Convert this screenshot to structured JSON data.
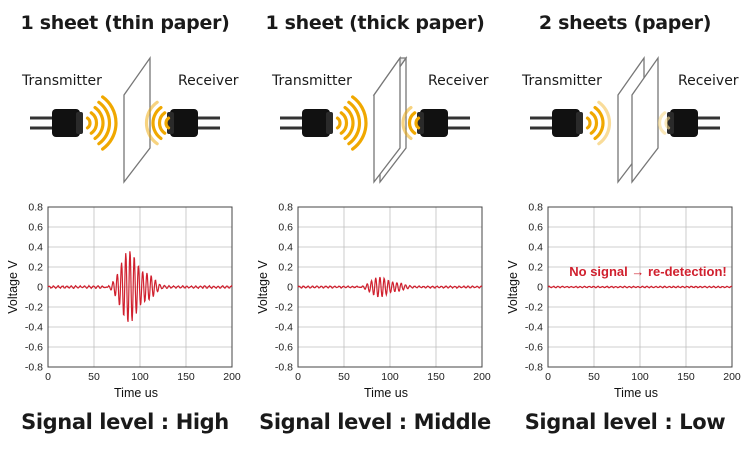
{
  "panels": [
    {
      "title": "1 sheet (thin paper)",
      "transmitter_label": "Transmitter",
      "receiver_label": "Receiver",
      "paper": "thin",
      "sheet_count": 1,
      "received_wave_strength": "strong",
      "signal_level": "Signal level : High",
      "annotation": ""
    },
    {
      "title": "1 sheet (thick paper)",
      "transmitter_label": "Transmitter",
      "receiver_label": "Receiver",
      "paper": "thick",
      "sheet_count": 1,
      "received_wave_strength": "medium",
      "signal_level": "Signal level : Middle",
      "annotation": ""
    },
    {
      "title": "2 sheets (paper)",
      "transmitter_label": "Transmitter",
      "receiver_label": "Receiver",
      "paper": "thin",
      "sheet_count": 2,
      "received_wave_strength": "faint",
      "signal_level": "Signal level : Low",
      "annotation": "No signal → re-detection!"
    }
  ],
  "chart_data": [
    {
      "type": "line",
      "xlabel": "Time us",
      "ylabel": "Voltage V",
      "xlim": [
        0,
        200
      ],
      "ylim": [
        -0.8,
        0.8
      ],
      "xticks": [
        "0",
        "50",
        "100",
        "150",
        "200"
      ],
      "yticks": [
        "0.8",
        "0.6",
        "0.4",
        "0.2",
        "0",
        "-0.2",
        "-0.4",
        "-0.6",
        "-0.8"
      ],
      "grid": true,
      "series_color": "#d0202e",
      "signal": {
        "burst_center_us": 88,
        "peak_amplitude_v": 0.36,
        "noise_v": 0.01
      }
    },
    {
      "type": "line",
      "xlabel": "Time us",
      "ylabel": "Voltage V",
      "xlim": [
        0,
        200
      ],
      "ylim": [
        -0.8,
        0.8
      ],
      "xticks": [
        "0",
        "50",
        "100",
        "150",
        "200"
      ],
      "yticks": [
        "0.8",
        "0.6",
        "0.4",
        "0.2",
        "0",
        "-0.2",
        "-0.4",
        "-0.6",
        "-0.8"
      ],
      "grid": true,
      "series_color": "#d0202e",
      "signal": {
        "burst_center_us": 88,
        "peak_amplitude_v": 0.1,
        "noise_v": 0.008
      }
    },
    {
      "type": "line",
      "xlabel": "Time us",
      "ylabel": "Voltage V",
      "xlim": [
        0,
        200
      ],
      "ylim": [
        -0.8,
        0.8
      ],
      "xticks": [
        "0",
        "50",
        "100",
        "150",
        "200"
      ],
      "yticks": [
        "0.8",
        "0.6",
        "0.4",
        "0.2",
        "0",
        "-0.2",
        "-0.4",
        "-0.6",
        "-0.8"
      ],
      "grid": true,
      "series_color": "#d0202e",
      "signal": {
        "burst_center_us": 88,
        "peak_amplitude_v": 0.0,
        "noise_v": 0.006
      }
    }
  ],
  "colors": {
    "wave": "#f0a800",
    "wave_faint": "#f6d98a",
    "signal": "#d0202e",
    "transducer": "#111111",
    "grid": "#bfbfbf"
  }
}
